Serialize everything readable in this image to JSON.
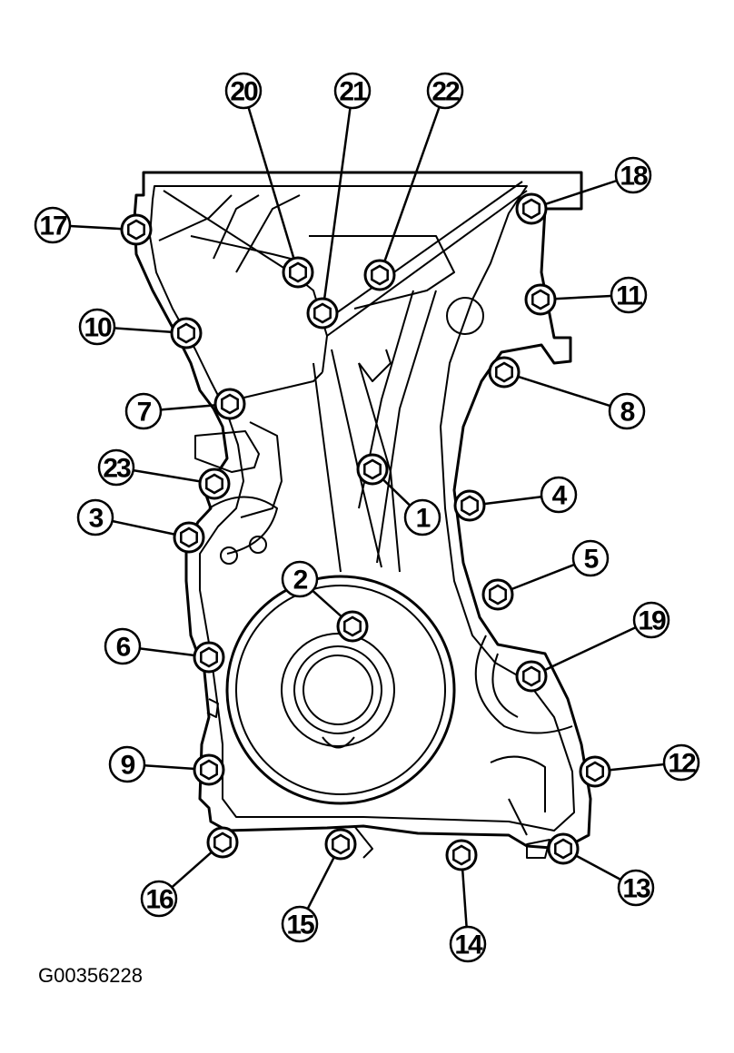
{
  "figure_id": "G00356228",
  "callouts": [
    {
      "label": "1"
    },
    {
      "label": "2"
    },
    {
      "label": "3"
    },
    {
      "label": "4"
    },
    {
      "label": "5"
    },
    {
      "label": "6"
    },
    {
      "label": "7"
    },
    {
      "label": "8"
    },
    {
      "label": "9"
    },
    {
      "label": "10"
    },
    {
      "label": "11"
    },
    {
      "label": "12"
    },
    {
      "label": "13"
    },
    {
      "label": "14"
    },
    {
      "label": "15"
    },
    {
      "label": "16"
    },
    {
      "label": "17"
    },
    {
      "label": "18"
    },
    {
      "label": "19"
    },
    {
      "label": "20"
    },
    {
      "label": "21"
    },
    {
      "label": "22"
    },
    {
      "label": "23"
    }
  ]
}
